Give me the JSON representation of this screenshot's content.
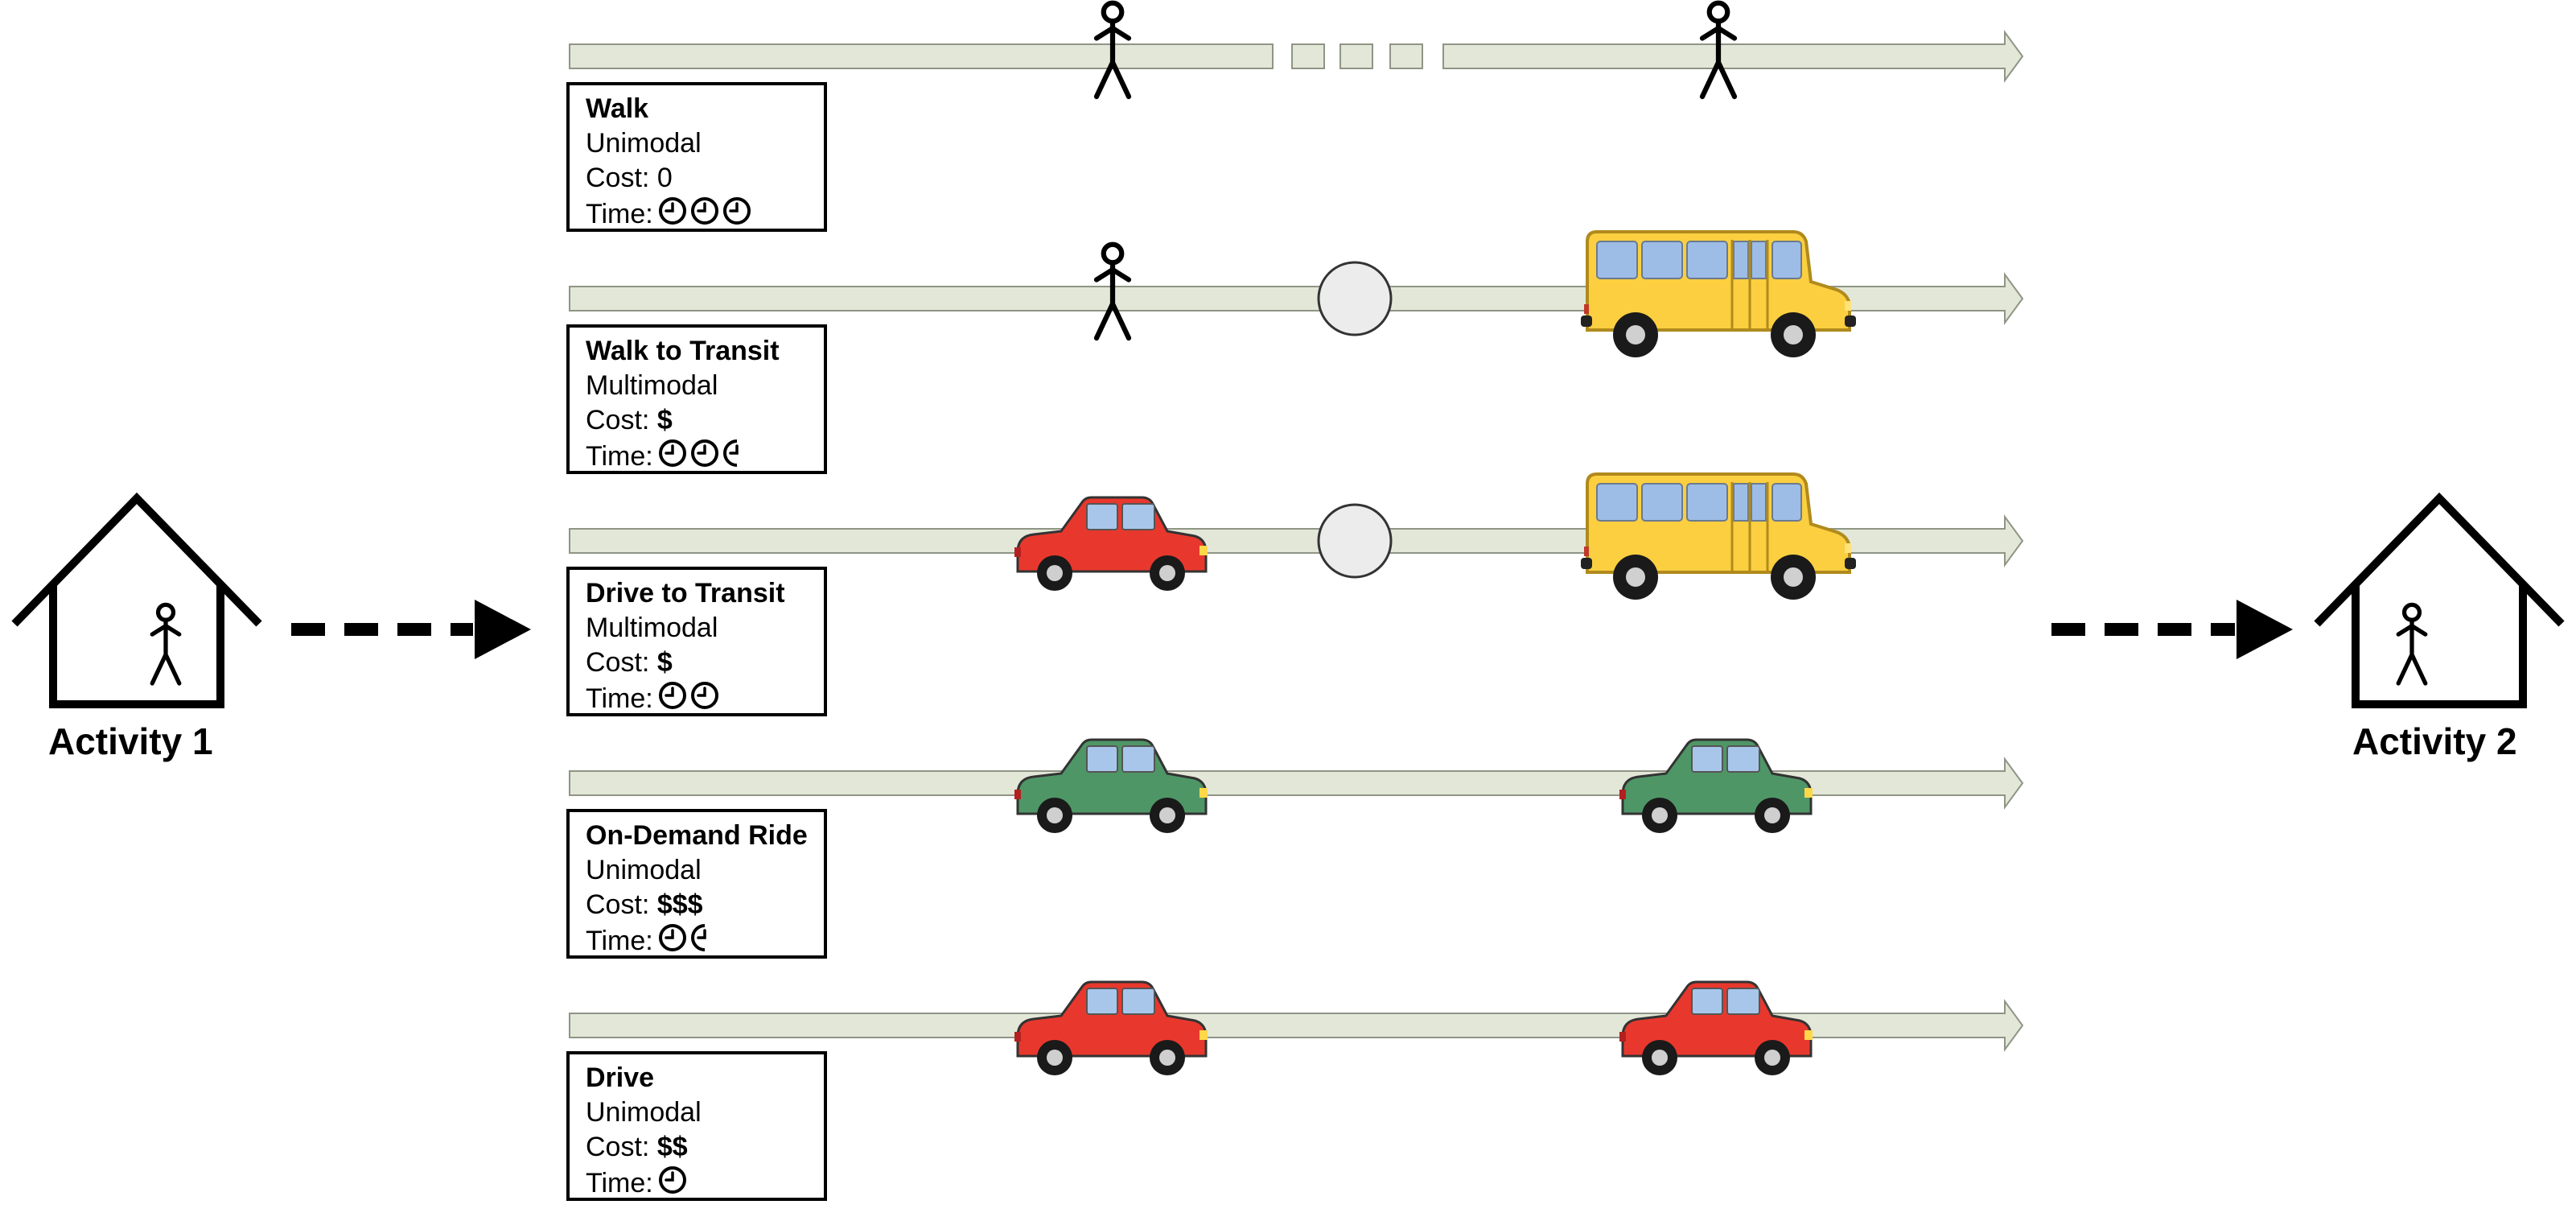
{
  "origin": {
    "label": "Activity 1",
    "icon": "house-with-person-icon"
  },
  "destination": {
    "label": "Activity 2",
    "icon": "house-with-person-icon"
  },
  "modes": [
    {
      "title": "Walk",
      "type": "Unimodal",
      "cost_label": "Cost:",
      "cost": "0",
      "time_label": "Time:",
      "time_clocks": 3,
      "vehicles": [
        "walker-icon",
        "walker-icon"
      ]
    },
    {
      "title": "Walk to Transit",
      "type": "Multimodal",
      "cost_label": "Cost:",
      "cost": "$",
      "time_label": "Time:",
      "time_clocks": 2.5,
      "vehicles": [
        "walker-icon",
        "transit-stop-icon",
        "yellow-bus-icon"
      ]
    },
    {
      "title": "Drive to Transit",
      "type": "Multimodal",
      "cost_label": "Cost:",
      "cost": "$",
      "time_label": "Time:",
      "time_clocks": 2,
      "vehicles": [
        "red-car-icon",
        "transit-stop-icon",
        "yellow-bus-icon"
      ]
    },
    {
      "title": "On-Demand Ride",
      "type": "Unimodal",
      "cost_label": "Cost:",
      "cost": "$$$",
      "time_label": "Time:",
      "time_clocks": 1.5,
      "vehicles": [
        "green-car-icon",
        "green-car-icon"
      ]
    },
    {
      "title": "Drive",
      "type": "Unimodal",
      "cost_label": "Cost:",
      "cost": "$$",
      "time_label": "Time:",
      "time_clocks": 1,
      "vehicles": [
        "red-car-icon",
        "red-car-icon"
      ]
    }
  ],
  "colors": {
    "track_fill": "#e3e7d8",
    "track_stroke": "#8f9585",
    "bus_body": "#fbcf40",
    "bus_window": "#9dbde6",
    "red_car": "#e8382d",
    "green_car": "#4f9666",
    "car_window": "#a8c6ea",
    "stop_fill": "#ececec"
  }
}
